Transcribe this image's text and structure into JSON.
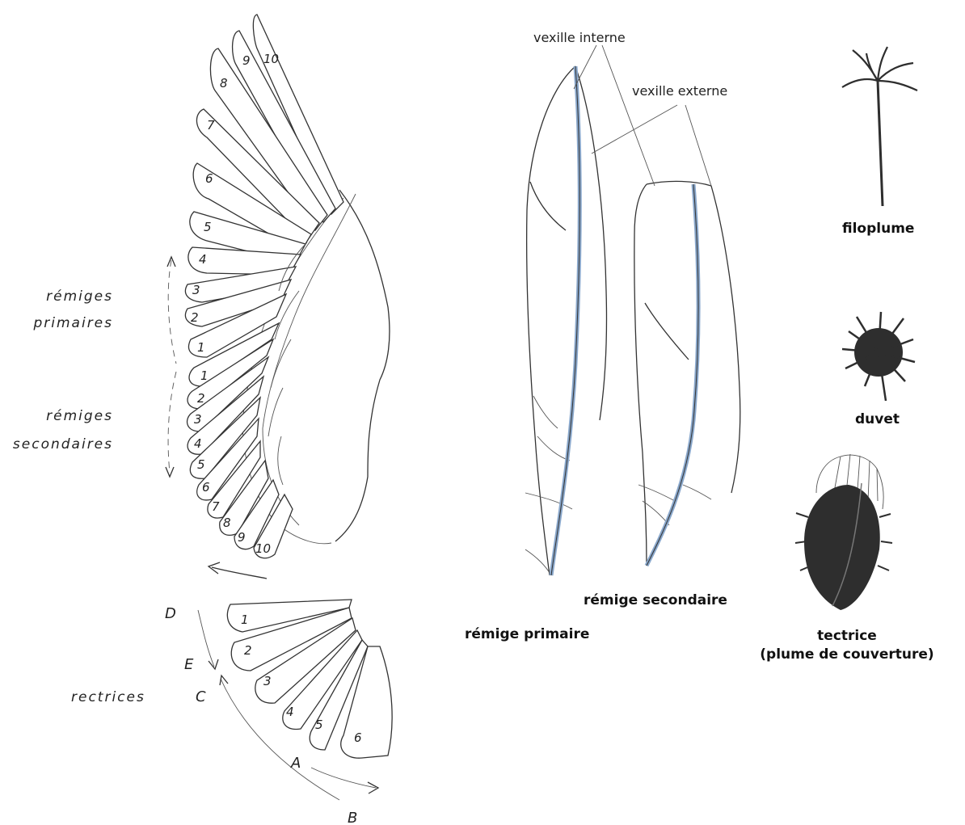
{
  "wing": {
    "primaries_label_1": "rémiges",
    "primaries_label_2": "primaires",
    "secondaries_label_1": "rémiges",
    "secondaries_label_2": "secondaires",
    "primary_numbers": [
      "1",
      "2",
      "3",
      "4",
      "5",
      "6",
      "7",
      "8",
      "9",
      "10"
    ],
    "secondary_numbers": [
      "1",
      "2",
      "3",
      "4",
      "5",
      "6",
      "7",
      "8",
      "9",
      "10"
    ]
  },
  "tail": {
    "label": "rectrices",
    "numbers": [
      "1",
      "2",
      "3",
      "4",
      "5",
      "6"
    ],
    "letter_a": "A",
    "letter_b": "B",
    "letter_c": "C",
    "letter_d": "D",
    "letter_e": "E"
  },
  "feathers": {
    "vane_inner": "vexille interne",
    "vane_outer": "vexille externe",
    "primary_remex": "rémige primaire",
    "secondary_remex": "rémige secondaire"
  },
  "types": {
    "filoplume": "filoplume",
    "down": "duvet",
    "covert_1": "tectrice",
    "covert_2": "(plume de couverture)"
  },
  "colors": {
    "rachis": "#8aa8cc",
    "dark_feather": "#2e2e2e"
  }
}
